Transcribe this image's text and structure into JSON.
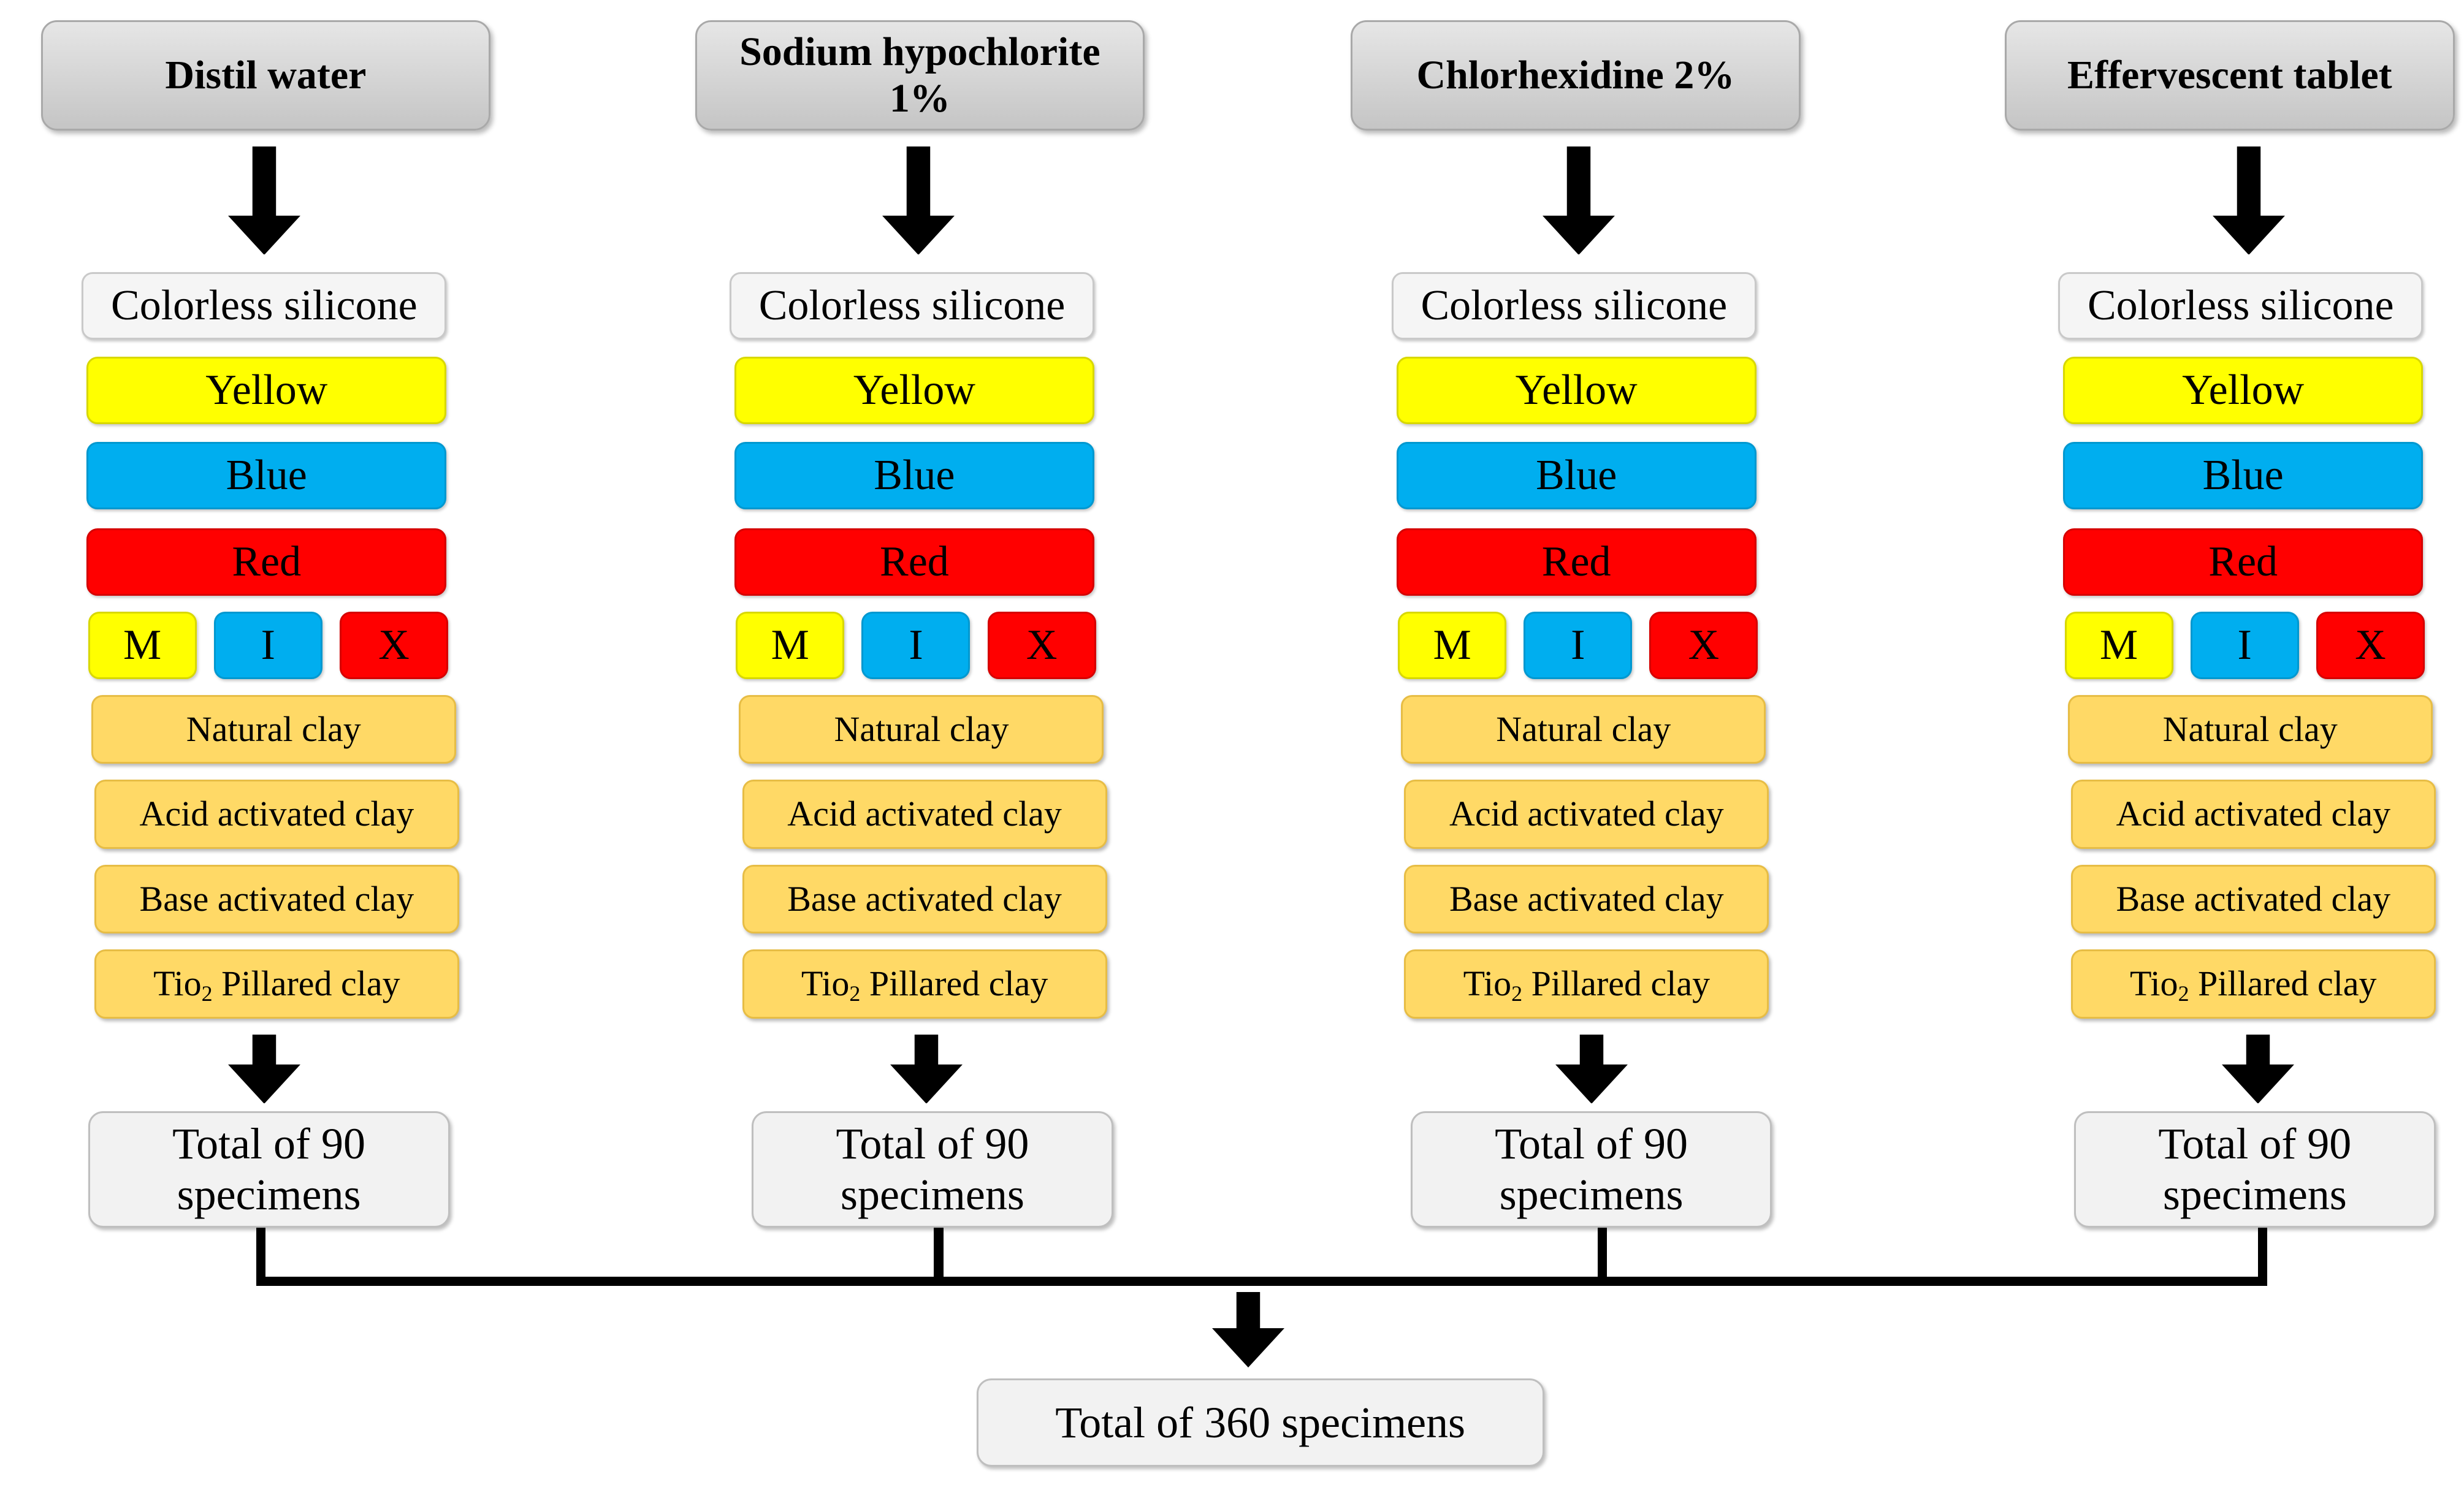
{
  "columns": [
    {
      "solution": "Distil water",
      "silicone": "Colorless silicone",
      "colors": [
        "Yellow",
        "Blue",
        "Red"
      ],
      "pigments": [
        "M",
        "I",
        "X"
      ],
      "clays": [
        "Natural clay",
        "Acid activated clay",
        "Base activated clay"
      ],
      "tio2_clay": {
        "prefix": "Tio",
        "subscript": "2",
        "suffix": " Pillared clay"
      },
      "total": [
        "Total of 90",
        "specimens"
      ]
    },
    {
      "solution": "Sodium hypochlorite 1%",
      "silicone": "Colorless silicone",
      "colors": [
        "Yellow",
        "Blue",
        "Red"
      ],
      "pigments": [
        "M",
        "I",
        "X"
      ],
      "clays": [
        "Natural clay",
        "Acid activated clay",
        "Base activated clay"
      ],
      "tio2_clay": {
        "prefix": "Tio",
        "subscript": "2",
        "suffix": " Pillared clay"
      },
      "total": [
        "Total of 90",
        "specimens"
      ]
    },
    {
      "solution": "Chlorhexidine 2%",
      "silicone": "Colorless silicone",
      "colors": [
        "Yellow",
        "Blue",
        "Red"
      ],
      "pigments": [
        "M",
        "I",
        "X"
      ],
      "clays": [
        "Natural clay",
        "Acid activated clay",
        "Base activated clay"
      ],
      "tio2_clay": {
        "prefix": "Tio",
        "subscript": "2",
        "suffix": " Pillared clay"
      },
      "total": [
        "Total of 90",
        "specimens"
      ]
    },
    {
      "solution": "Effervescent tablet",
      "silicone": "Colorless silicone",
      "colors": [
        "Yellow",
        "Blue",
        "Red"
      ],
      "pigments": [
        "M",
        "I",
        "X"
      ],
      "clays": [
        "Natural clay",
        "Acid activated clay",
        "Base activated clay"
      ],
      "tio2_clay": {
        "prefix": "Tio",
        "subscript": "2",
        "suffix": " Pillared clay"
      },
      "total": [
        "Total of 90",
        "specimens"
      ]
    }
  ],
  "grand_total": "Total of 360 specimens",
  "palette": {
    "header_fill": "#d6d6d6",
    "silicone_fill": "#f5f5f5",
    "yellow": "#ffff00",
    "blue": "#00aeef",
    "red": "#ff0000",
    "clay_fill": "#ffd966",
    "total_fill": "#f2f2f2",
    "connector": "#000000"
  }
}
